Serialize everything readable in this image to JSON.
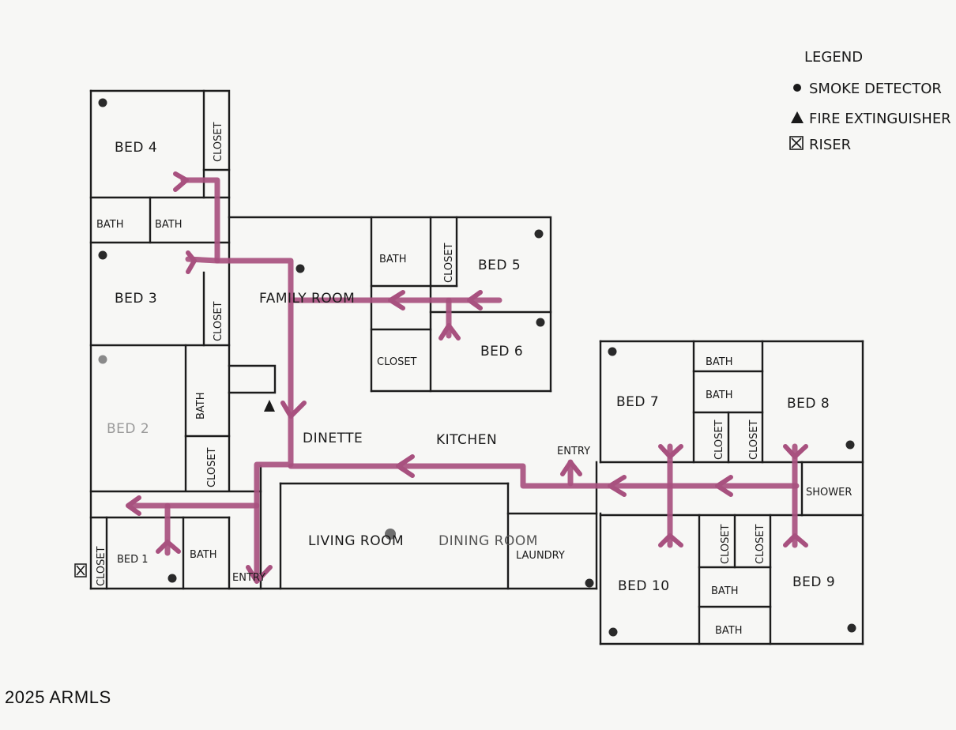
{
  "legend": {
    "title": "LEGEND",
    "items": [
      {
        "symbol": "dot-icon",
        "label": "SMOKE DETECTOR"
      },
      {
        "symbol": "triangle-icon",
        "label": "FIRE EXTINGUISHER"
      },
      {
        "symbol": "boxed-x-icon",
        "label": "RISER"
      }
    ]
  },
  "rooms": {
    "bed4": "BED 4",
    "bed3": "BED 3",
    "bed2": "BED 2",
    "bed1": "BED 1",
    "bed5": "BED 5",
    "bed6": "BED 6",
    "bed7": "BED 7",
    "bed8": "BED 8",
    "bed9": "BED 9",
    "bed10": "BED 10",
    "family_room": "FAMILY ROOM",
    "dinette": "DINETTE",
    "kitchen": "KITCHEN",
    "living_room": "LIVING ROOM",
    "dining_room": "DINING ROOM",
    "laundry": "LAUNDRY",
    "entry_main": "ENTRY",
    "entry_east": "ENTRY",
    "shower": "SHOWER",
    "bath": "BATH",
    "closet": "CLOSET"
  },
  "copyright": "2025 ARMLS",
  "colors": {
    "route": "#a8517f",
    "wall": "#1c1c1c"
  }
}
